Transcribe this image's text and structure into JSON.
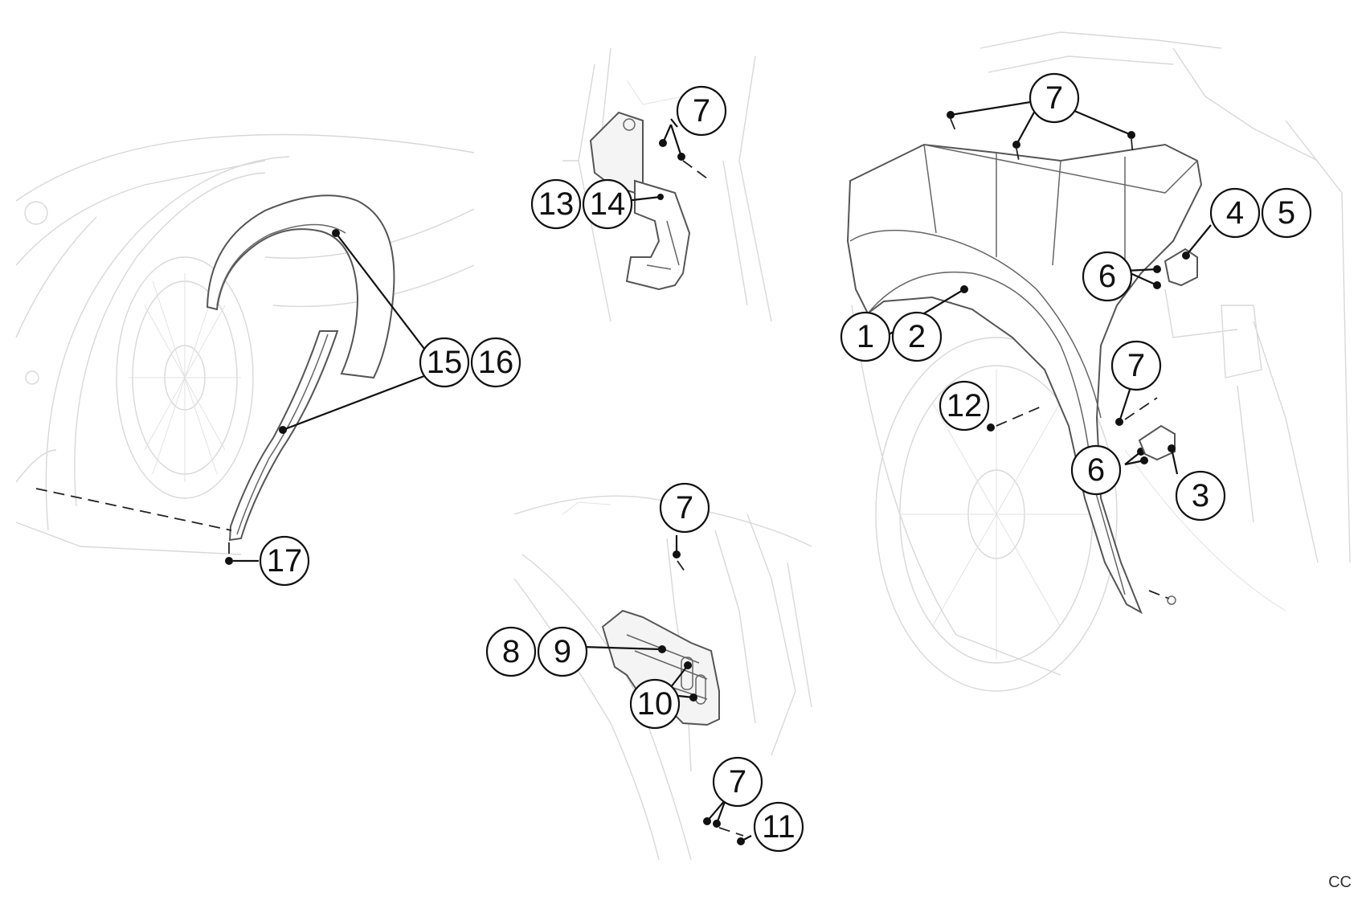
{
  "callouts": {
    "c1": "1",
    "c2": "2",
    "c3": "3",
    "c4": "4",
    "c5": "5",
    "c6a": "6",
    "c6b": "6",
    "c7a": "7",
    "c7b": "7",
    "c7c": "7",
    "c7d": "7",
    "c7e": "7",
    "c8": "8",
    "c9": "9",
    "c10": "10",
    "c11": "11",
    "c12": "12",
    "c13": "13",
    "c14": "14",
    "c15": "15",
    "c16": "16",
    "c17": "17"
  },
  "corner_code": "CC"
}
